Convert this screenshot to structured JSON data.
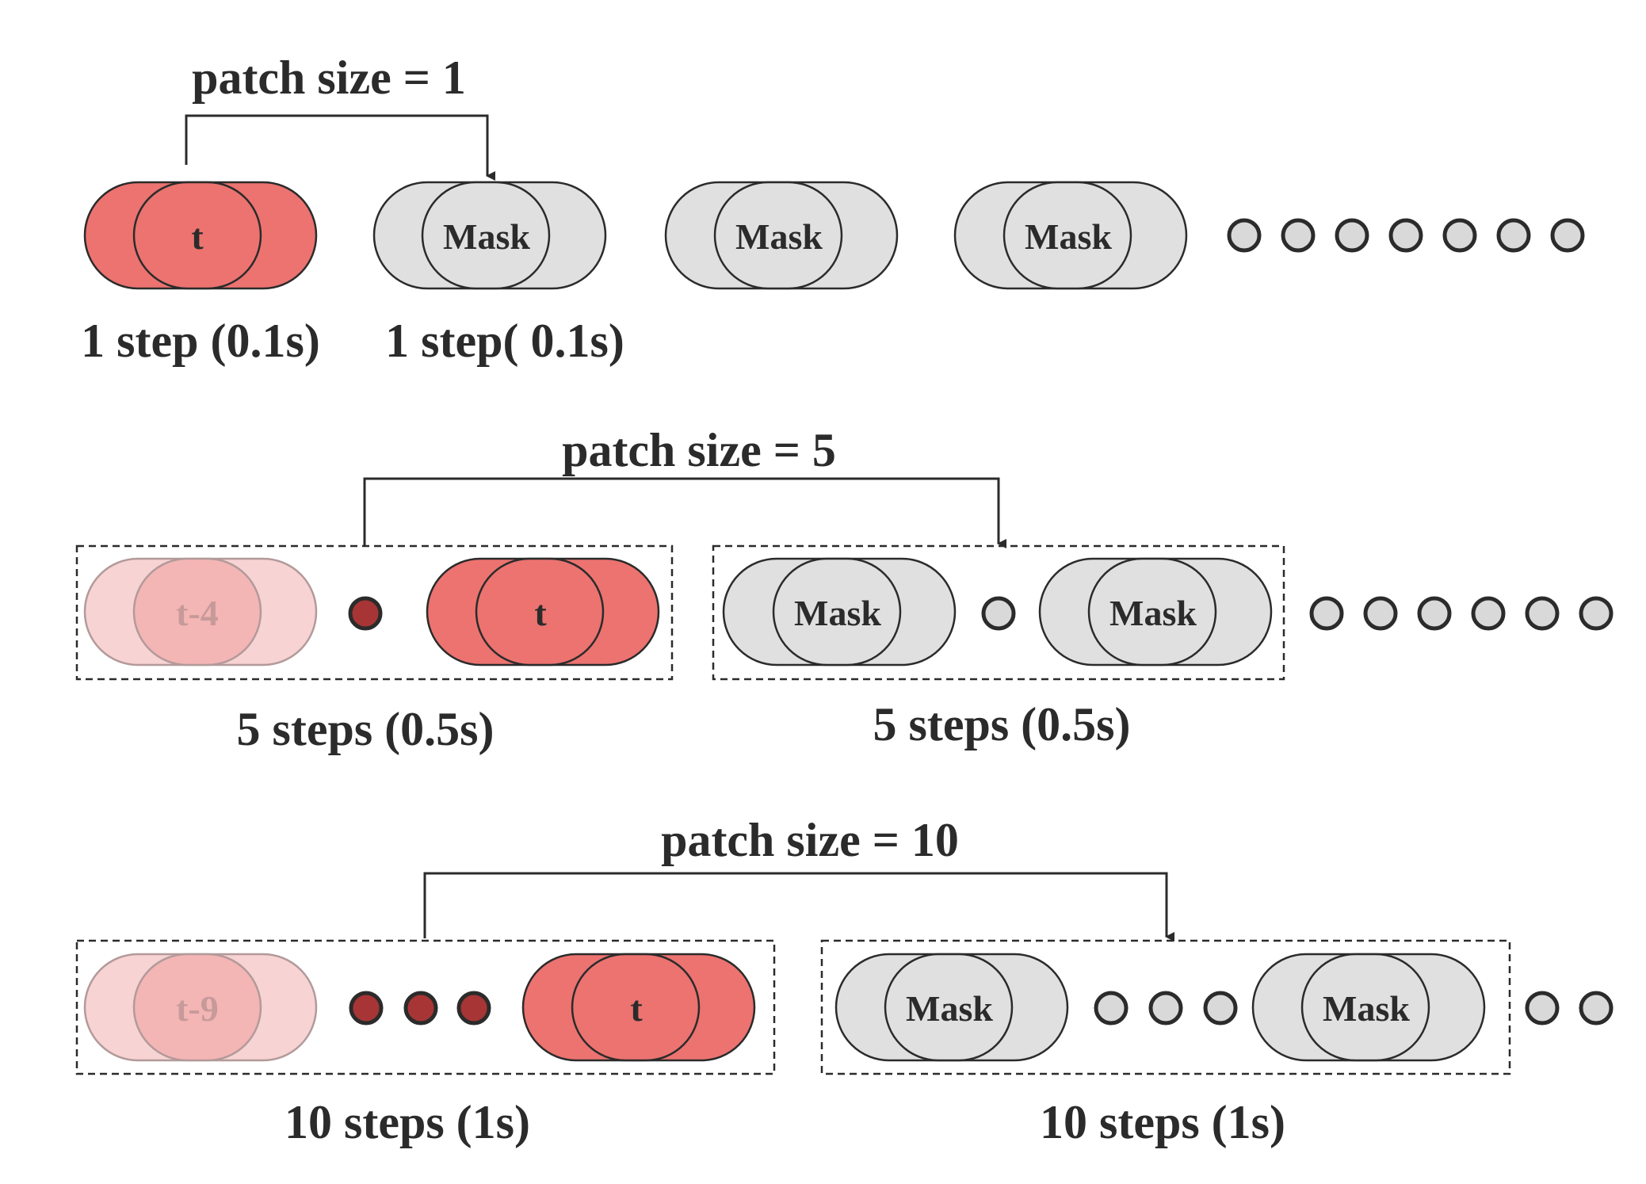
{
  "colors": {
    "red": "#ec7370",
    "red_faint": "#f7d3d3",
    "mask_gray": "#e0e0e0",
    "dot_red": "#a83535",
    "dot_gray": "#d9d9d9",
    "stroke": "#2b2b2b"
  },
  "rows": [
    {
      "title": "patch size = 1",
      "past_label": "1 step (0.1s)",
      "future_label": "1 step( 0.1s)",
      "tokens": [
        "t",
        "Mask",
        "Mask",
        "Mask"
      ]
    },
    {
      "title": "patch size = 5",
      "past_label": "5 steps (0.5s)",
      "future_label": "5 steps (0.5s)",
      "tokens": [
        "t-4",
        "t",
        "Mask",
        "Mask"
      ]
    },
    {
      "title": "patch size = 10",
      "past_label": "10 steps (1s)",
      "future_label": "10 steps (1s)",
      "tokens": [
        "t-9",
        "t",
        "Mask",
        "Mask"
      ]
    }
  ]
}
